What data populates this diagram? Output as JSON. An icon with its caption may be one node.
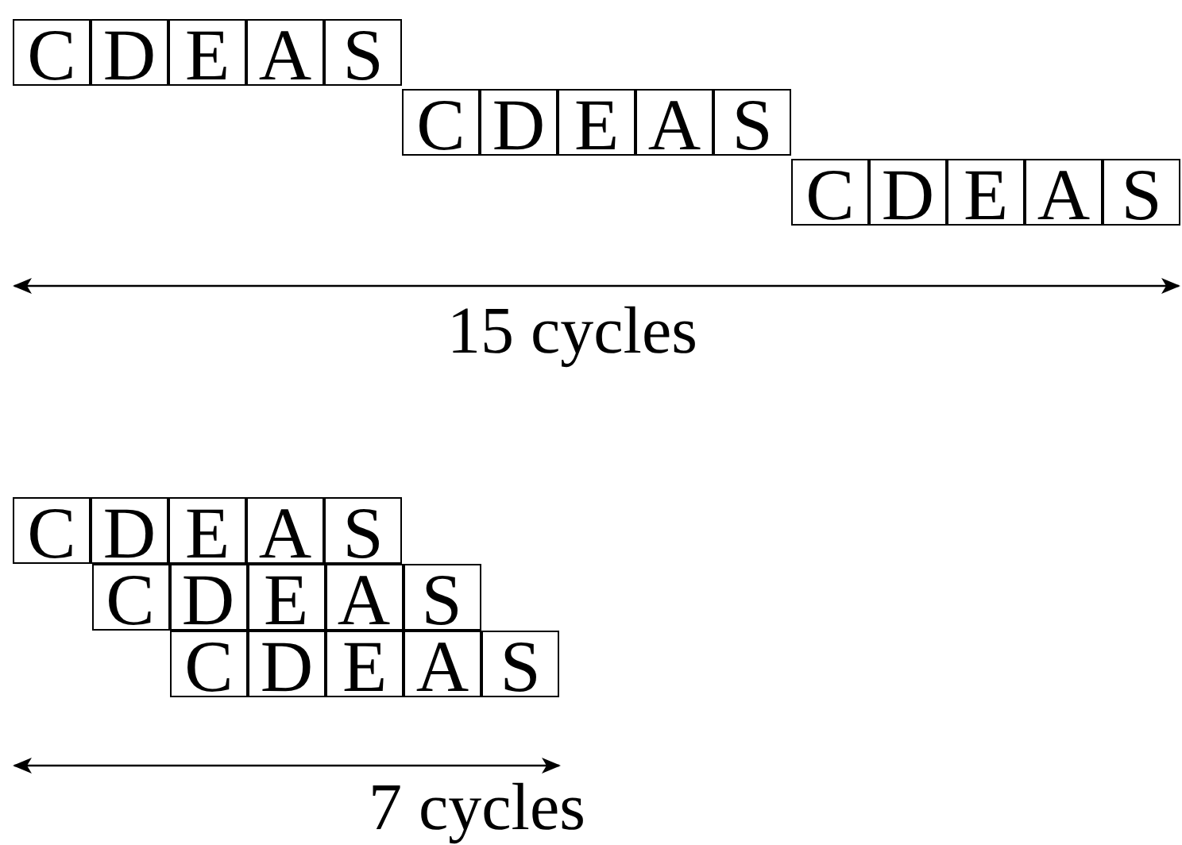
{
  "diagram": {
    "nodes": [
      {
        "text": [
          "C"
        ]
      },
      {
        "text": [
          "D"
        ]
      },
      {
        "text": [
          "E"
        ]
      },
      {
        "text": [
          "A"
        ]
      },
      {
        "text": [
          "S"
        ]
      },
      {
        "text": [
          "C"
        ]
      },
      {
        "text": [
          "D"
        ]
      },
      {
        "text": [
          "E"
        ]
      },
      {
        "text": [
          "A"
        ]
      },
      {
        "text": [
          "S"
        ]
      },
      {
        "text": [
          "C"
        ]
      },
      {
        "text": [
          "D"
        ]
      },
      {
        "text": [
          "E"
        ]
      },
      {
        "text": [
          "A"
        ]
      },
      {
        "text": [
          "S"
        ]
      },
      {
        "text": [
          "C"
        ]
      },
      {
        "text": [
          "D"
        ]
      },
      {
        "text": [
          "E"
        ]
      },
      {
        "text": [
          "A"
        ]
      },
      {
        "text": [
          "S"
        ]
      },
      {
        "text": [
          "C"
        ]
      },
      {
        "text": [
          "D"
        ]
      },
      {
        "text": [
          "E"
        ]
      },
      {
        "text": [
          "A"
        ]
      },
      {
        "text": [
          "S"
        ]
      },
      {
        "text": [
          "C"
        ]
      },
      {
        "text": [
          "D"
        ]
      },
      {
        "text": [
          "E"
        ]
      },
      {
        "text": [
          "A"
        ]
      },
      {
        "text": [
          "S"
        ]
      }
    ],
    "edges": [],
    "labels": [
      "15 cycles",
      "7 cycles"
    ]
  }
}
